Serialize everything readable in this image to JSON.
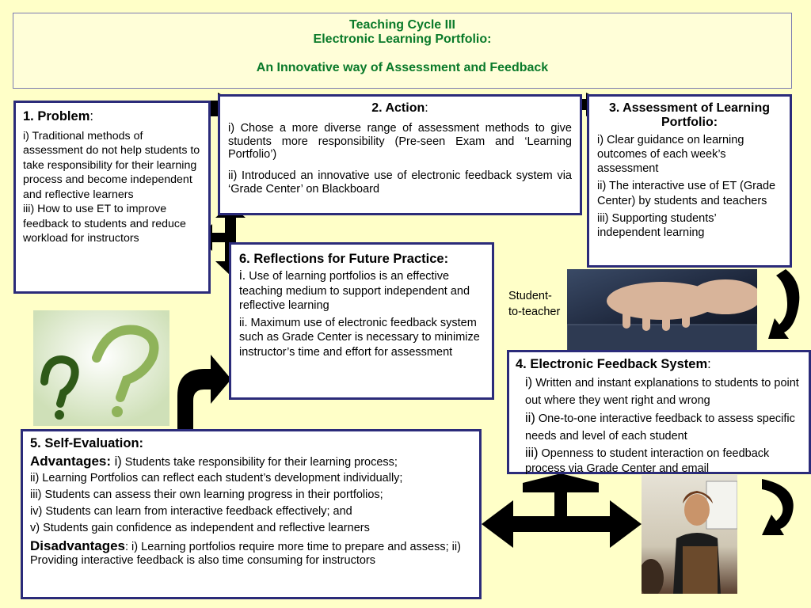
{
  "title": {
    "line1": "Teaching Cycle III",
    "line2": "Electronic Learning Portfolio:",
    "line3": "An Innovative way of Assessment and Feedback"
  },
  "problem": {
    "heading": "1. Problem",
    "colon": ":",
    "item1": "i) Traditional methods of assessment do not help students to take responsibility for their learning process and become independent and reflective learners",
    "item2": "iii) How to use ET to improve feedback to students and reduce workload for instructors"
  },
  "action": {
    "heading": "2. Action",
    "colon": ":",
    "item1": "i) Chose a more diverse range of assessment methods to give students more responsibility (Pre-seen Exam and ‘Learning Portfolio’)",
    "item2": "ii) Introduced an innovative use of electronic feedback system via ‘Grade Center’ on Blackboard"
  },
  "assessment": {
    "heading": "3. Assessment of Learning Portfolio:",
    "item1": "i) Clear guidance on learning outcomes of each week’s assessment",
    "item2": "ii) The interactive use of ET (Grade Center) by students and teachers",
    "item3": "iii) Supporting students’ independent learning"
  },
  "feedback": {
    "heading": "4. Electronic Feedback System",
    "colon": ":",
    "n1": "i)",
    "item1": " Written and instant explanations to students to point out where they went right and wrong",
    "n2": "ii)",
    "item2": " One-to-one interactive feedback to assess specific needs and level of each student",
    "n3": "iii)",
    "item3": " Openness to student interaction on feedback process via Grade Center and email"
  },
  "self_eval": {
    "heading": "5. Self-Evaluation:",
    "adv_label": "Advantages:",
    "adv_num": " i)",
    "adv1": " Students take responsibility for their learning process;",
    "adv2": "ii) Learning Portfolios can reflect each student’s development individually;",
    "adv3": "iii) Students can assess their own learning progress in their portfolios;",
    "adv4": "iv) Students can learn from interactive feedback effectively; and",
    "adv5": "v) Students gain confidence as independent and reflective learners",
    "dis_label": "Disadvantages",
    "dis_text": ": i) Learning portfolios require more time to prepare and assess; ii) Providing interactive feedback is also time consuming for instructors"
  },
  "reflections": {
    "heading": "6. Reflections for Future Practice:",
    "n1": "i.",
    "item1": " Use of learning portfolios is an effective teaching medium to support independent and reflective learning",
    "item2": "ii. Maximum use of electronic feedback system such as Grade Center is necessary to minimize instructor’s time and effort for assessment"
  },
  "caption": "Student-to-teacher",
  "colors": {
    "background": "#ffffc8",
    "title_green": "#0a7a2a",
    "box_border": "#2b2b7a"
  }
}
